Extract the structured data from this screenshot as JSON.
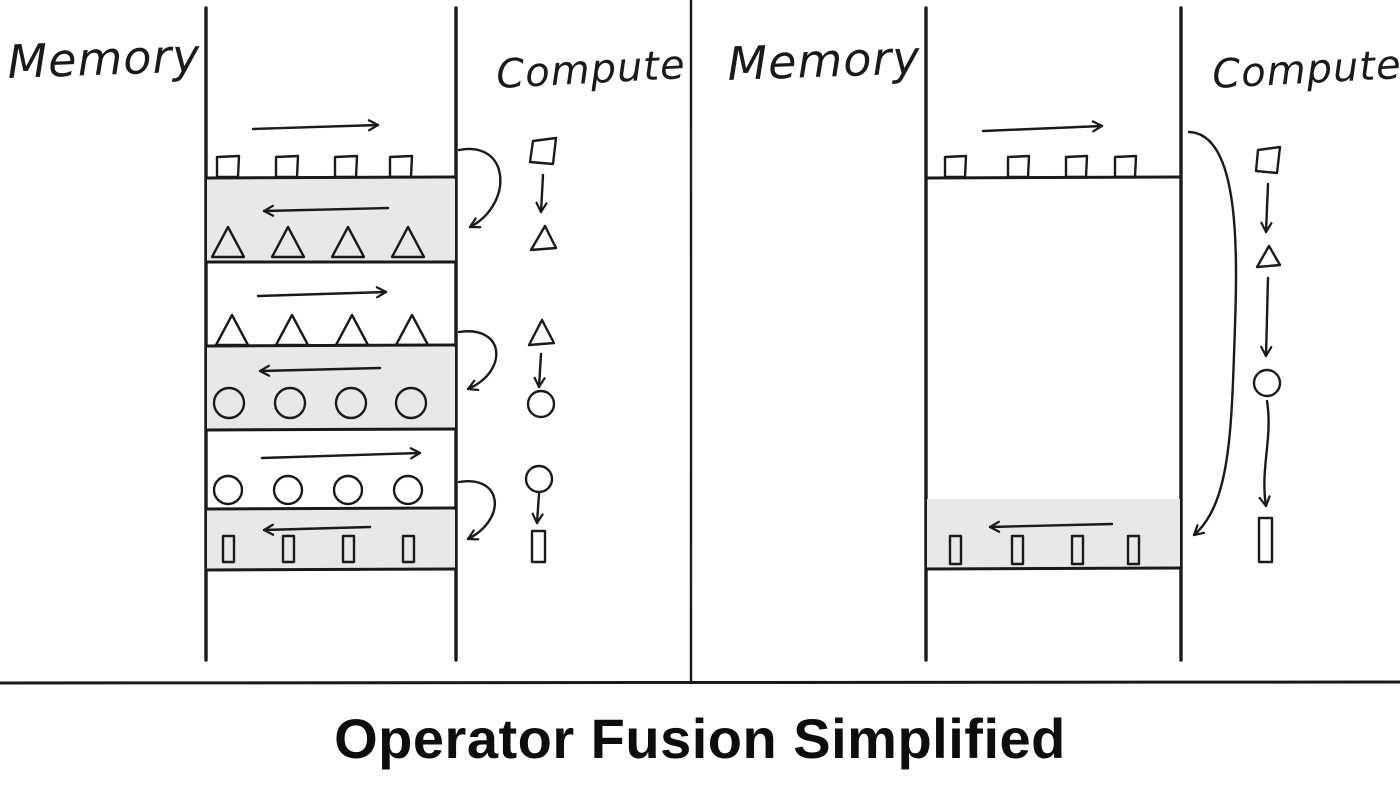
{
  "title": "Operator Fusion Simplified",
  "colors": {
    "ink": "#1a1a1a",
    "band_fill": "#e8e8e8",
    "background": "#ffffff"
  },
  "left_panel": {
    "memory_label": "Memory",
    "compute_label": "Compute",
    "stages": [
      {
        "load_shape": "square-icon",
        "store_shape": "triangle-icon"
      },
      {
        "load_shape": "triangle-icon",
        "store_shape": "circle-icon"
      },
      {
        "load_shape": "circle-icon",
        "store_shape": "bar-icon"
      }
    ]
  },
  "right_panel": {
    "memory_label": "Memory",
    "compute_label": "Compute",
    "chain": [
      "square-icon",
      "triangle-icon",
      "circle-icon",
      "bar-icon"
    ]
  }
}
